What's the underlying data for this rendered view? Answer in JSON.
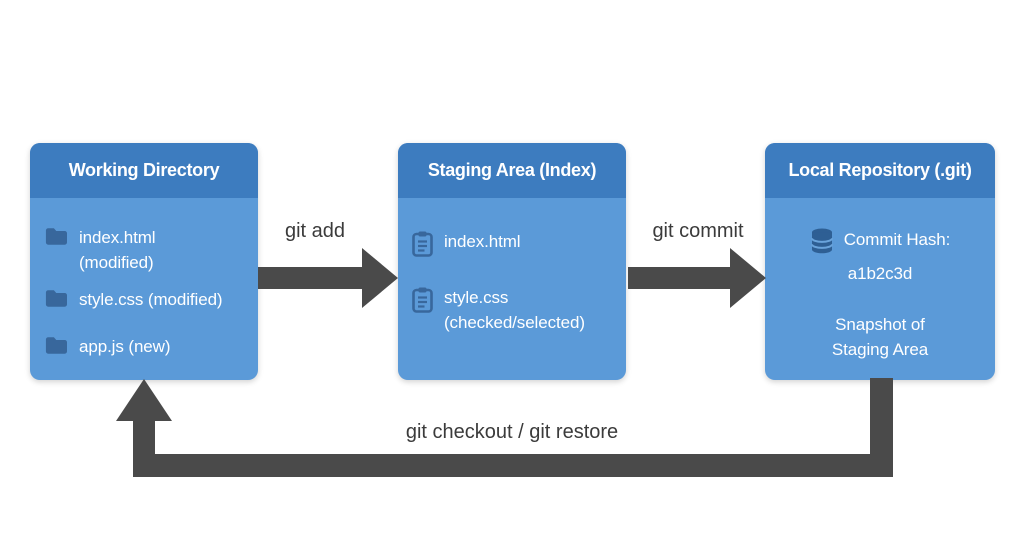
{
  "diagram": {
    "boxes": [
      {
        "id": "working-directory",
        "title": "Working Directory",
        "items": [
          {
            "icon": "folder-icon",
            "lines": [
              "index.html",
              "(modified)"
            ]
          },
          {
            "icon": "folder-icon",
            "lines": [
              "style.css (modified)"
            ]
          },
          {
            "icon": "folder-icon",
            "lines": [
              "app.js (new)"
            ]
          }
        ]
      },
      {
        "id": "staging-area",
        "title": "Staging Area (Index)",
        "items": [
          {
            "icon": "clipboard-icon",
            "lines": [
              "index.html"
            ]
          },
          {
            "icon": "clipboard-icon",
            "lines": [
              "style.css",
              "(checked/selected)"
            ]
          }
        ]
      },
      {
        "id": "local-repository",
        "title": "Local Repository (.git)",
        "items": [
          {
            "icon": "database-icon",
            "lines": [
              "Commit Hash:",
              "a1b2c3d"
            ]
          },
          {
            "icon": "none",
            "lines": [
              "Snapshot of",
              "Staging Area"
            ]
          }
        ]
      }
    ],
    "arrows": [
      {
        "label": "git add",
        "from": "working-directory",
        "to": "staging-area",
        "direction": "right"
      },
      {
        "label": "git commit",
        "from": "staging-area",
        "to": "local-repository",
        "direction": "right"
      },
      {
        "label": "git checkout / git restore",
        "from": "local-repository",
        "to": "working-directory",
        "direction": "return-loop"
      }
    ],
    "colors": {
      "background": "#ffffff",
      "box_header": "#3d7cbf",
      "box_body": "#5b9ad8",
      "box_text": "#ffffff",
      "icon": "#38679c",
      "icon_detail": "#7fb2e4",
      "arrow": "#4a4a4a",
      "label_text": "#3b3b3b"
    }
  }
}
